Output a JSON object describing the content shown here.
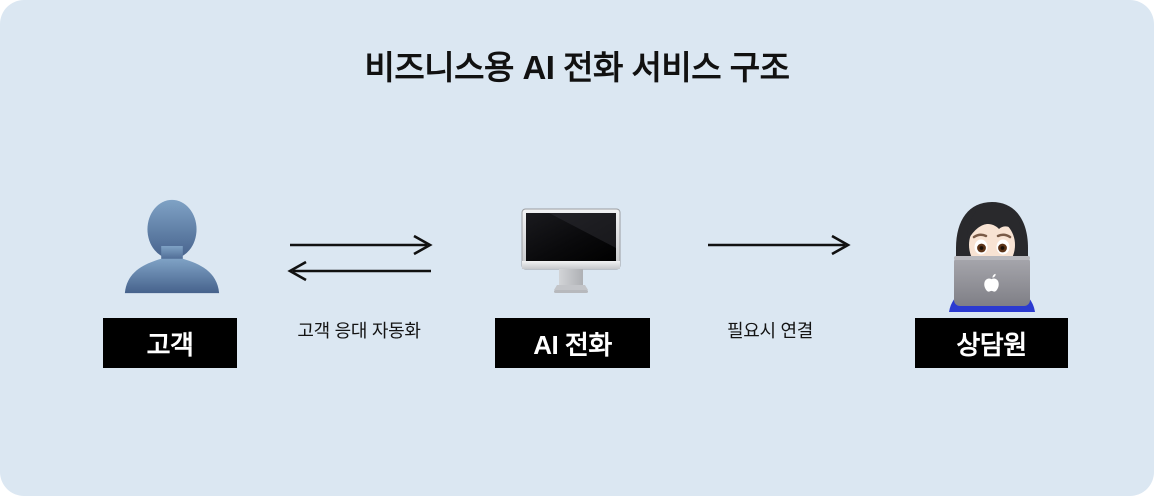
{
  "title": "비즈니스용 AI 전화 서비스 구조",
  "nodes": [
    {
      "id": "customer",
      "label": "고객",
      "icon": "person-bust-icon"
    },
    {
      "id": "ai-phone",
      "label": "AI 전화",
      "icon": "desktop-computer-icon"
    },
    {
      "id": "agent",
      "label": "상담원",
      "icon": "woman-technologist-icon"
    }
  ],
  "connections": [
    {
      "from": "customer",
      "to": "ai-phone",
      "direction": "bidirectional",
      "label": "고객 응대 자동화"
    },
    {
      "from": "ai-phone",
      "to": "agent",
      "direction": "forward",
      "label": "필요시 연결"
    }
  ],
  "colors": {
    "card_bg": "#dbe7f2",
    "label_bg": "#000000",
    "label_text": "#ffffff",
    "title_text": "#111111",
    "arrow": "#111111",
    "connection_text": "#141414",
    "person_icon_top": "#7fa2c5",
    "person_icon_bottom": "#46628c",
    "agent_shirt": "#2b3ad0",
    "agent_hair": "#29292c",
    "laptop_gray": "#8b8b91"
  }
}
